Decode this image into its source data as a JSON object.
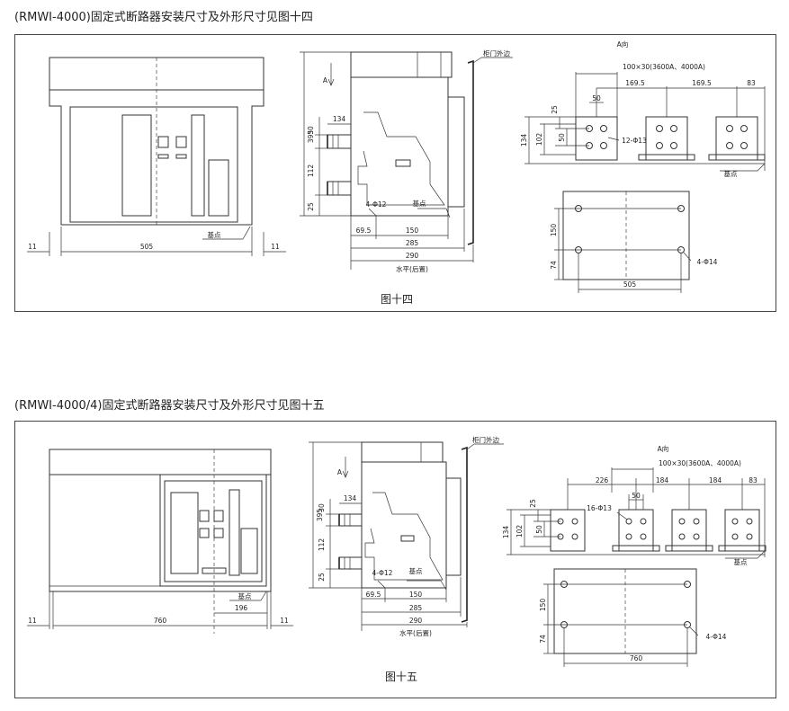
{
  "sections": [
    {
      "heading": "(RMWI-4000)固定式断路器安装尺寸及外形尺寸见图十四",
      "caption": "图十四",
      "front": {
        "dim_width": "505",
        "dim_left": "11",
        "dim_right": "11",
        "base_label": "基点"
      },
      "side": {
        "dim_height": "395",
        "dim_30": "30",
        "dim_112": "112",
        "dim_25": "25",
        "dim_134": "134",
        "dim_69_5": "69.5",
        "dim_150": "150",
        "dim_285": "285",
        "dim_290": "290",
        "hole_label": "4-Φ12",
        "base_label": "基点",
        "horizontal_label": "水平(后置)",
        "door_label": "柜门外边",
        "view_label": "A"
      },
      "view_a": {
        "title": "A向",
        "busbar": "100×30(3600A、4000A)",
        "dim_169_5_a": "169.5",
        "dim_169_5_b": "169.5",
        "dim_83": "83",
        "dim_50": "50",
        "dim_25": "25",
        "dim_134": "134",
        "dim_102": "102",
        "dim_50v": "50",
        "hole_label": "12-Φ13",
        "base_label": "基点"
      },
      "mount": {
        "dim_150": "150",
        "dim_74": "74",
        "dim_width": "505",
        "hole_label": "4-Φ14"
      }
    },
    {
      "heading": "(RMWI-4000/4)固定式断路器安装尺寸及外形尺寸见图十五",
      "caption": "图十五",
      "front": {
        "dim_width": "760",
        "dim_left": "11",
        "dim_right": "11",
        "dim_196": "196",
        "base_label": "基点"
      },
      "side": {
        "dim_height": "395",
        "dim_30": "30",
        "dim_112": "112",
        "dim_25": "25",
        "dim_134": "134",
        "dim_69_5": "69.5",
        "dim_150": "150",
        "dim_285": "285",
        "dim_290": "290",
        "hole_label": "4-Φ12",
        "base_label": "基点",
        "horizontal_label": "水平(后置)",
        "door_label": "柜门外边",
        "view_label": "A"
      },
      "view_a": {
        "title": "A向",
        "busbar": "100×30(3600A、4000A)",
        "dim_226": "226",
        "dim_184_a": "184",
        "dim_184_b": "184",
        "dim_83": "83",
        "dim_50": "50",
        "dim_25": "25",
        "dim_134": "134",
        "dim_102": "102",
        "dim_50v": "50",
        "hole_label": "16-Φ13",
        "base_label": "基点"
      },
      "mount": {
        "dim_150": "150",
        "dim_74": "74",
        "dim_width": "760",
        "hole_label": "4-Φ14"
      }
    }
  ]
}
